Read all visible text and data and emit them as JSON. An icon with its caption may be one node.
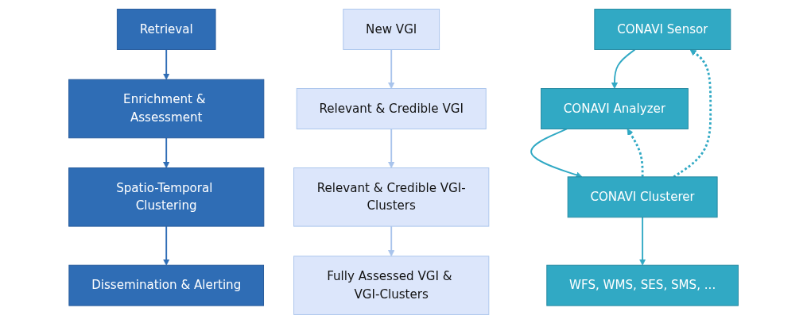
{
  "diagram": {
    "nodes": [
      {
        "text": [
          "Retrieval"
        ]
      },
      {
        "text": [
          "New VGI"
        ]
      },
      {
        "text": [
          "CONAVI Sensor"
        ]
      },
      {
        "text": [
          "Enrichment & Assessment"
        ]
      },
      {
        "text": [
          "Relevant & Credible VGI"
        ]
      },
      {
        "text": [
          "CONAVI Analyzer"
        ]
      },
      {
        "text": [
          "Spatio-Temporal Clustering"
        ]
      },
      {
        "text": [
          "Relevant & Credible VGI-Clusters"
        ]
      },
      {
        "text": [
          "CONAVI Clusterer"
        ]
      },
      {
        "text": [
          "Dissemination & Alerting"
        ]
      },
      {
        "text": [
          "Fully Assessed VGI & VGI-Clusters"
        ]
      },
      {
        "text": [
          "WFS, WMS, SES, SMS, ..."
        ]
      }
    ],
    "edges": [
      {
        "from": 0,
        "to": 3,
        "arrow": "to",
        "color": "#2f6db5"
      },
      {
        "from": 1,
        "to": 4,
        "arrow": "to",
        "color": "#a9c4ec"
      },
      {
        "from": 2,
        "to": 5,
        "arrow": "to",
        "color": "#31a9c4"
      },
      {
        "from": 3,
        "to": 6,
        "arrow": "to",
        "color": "#2f6db5"
      },
      {
        "from": 4,
        "to": 7,
        "arrow": "to",
        "color": "#a9c4ec"
      },
      {
        "from": 5,
        "to": 8,
        "arrow": "to",
        "color": "#31a9c4"
      },
      {
        "from": 6,
        "to": 9,
        "arrow": "to",
        "color": "#2f6db5"
      },
      {
        "from": 7,
        "to": 10,
        "arrow": "to",
        "color": "#a9c4ec"
      },
      {
        "from": 8,
        "to": 11,
        "arrow": "to",
        "color": "#31a9c4"
      },
      {
        "from": 8,
        "to": 2,
        "arrow": "to",
        "style": "dashed",
        "color": "#31a9c4"
      },
      {
        "from": 8,
        "to": 5,
        "arrow": "to",
        "style": "dashed",
        "color": "#31a9c4"
      }
    ]
  }
}
